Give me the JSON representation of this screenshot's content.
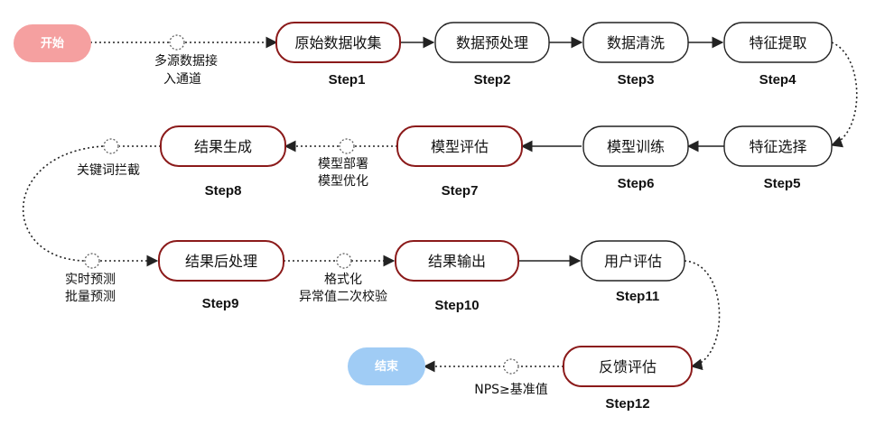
{
  "start": {
    "label": "开始",
    "color": "#f5a0a0"
  },
  "end": {
    "label": "结束",
    "color": "#a0ccf5"
  },
  "steps": [
    {
      "label": "原始数据收集",
      "step": "Step1",
      "highlight": true
    },
    {
      "label": "数据预处理",
      "step": "Step2",
      "highlight": false
    },
    {
      "label": "数据清洗",
      "step": "Step3",
      "highlight": false
    },
    {
      "label": "特征提取",
      "step": "Step4",
      "highlight": false
    },
    {
      "label": "特征选择",
      "step": "Step5",
      "highlight": false
    },
    {
      "label": "模型训练",
      "step": "Step6",
      "highlight": false
    },
    {
      "label": "模型评估",
      "step": "Step7",
      "highlight": true
    },
    {
      "label": "结果生成",
      "step": "Step8",
      "highlight": true
    },
    {
      "label": "结果后处理",
      "step": "Step9",
      "highlight": true
    },
    {
      "label": "结果输出",
      "step": "Step10",
      "highlight": true
    },
    {
      "label": "用户评估",
      "step": "Step11",
      "highlight": false
    },
    {
      "label": "反馈评估",
      "step": "Step12",
      "highlight": true
    }
  ],
  "notes": {
    "multi_source": [
      "多源数据接",
      "入通道"
    ],
    "model_deploy": [
      "模型部署",
      "模型优化"
    ],
    "keyword_block": [
      "关键词拦截"
    ],
    "realtime": [
      "实时预测",
      "批量预测"
    ],
    "format": [
      "格式化",
      "异常值二次校验"
    ],
    "nps": [
      "NPS≥基准值"
    ]
  },
  "colors": {
    "highlight_border": "#8b1a1a",
    "normal_border": "#222222"
  }
}
